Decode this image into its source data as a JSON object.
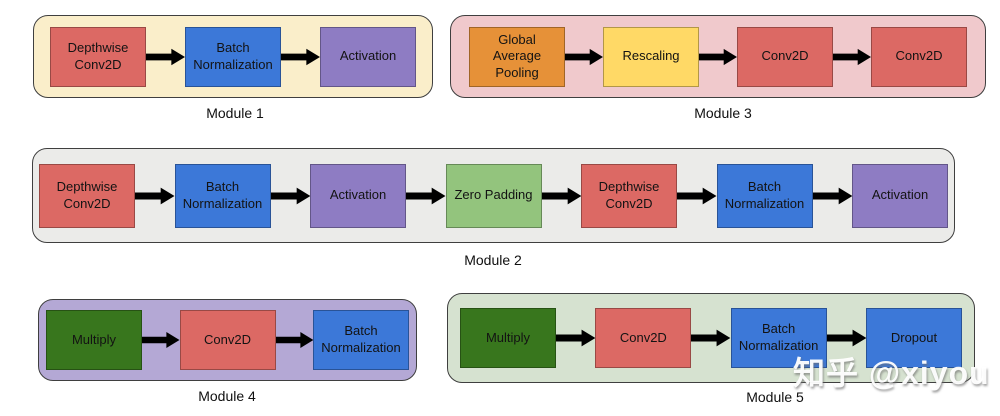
{
  "colors": {
    "red": "#DC6964",
    "blue": "#3C78D8",
    "purple": "#8E7CC3",
    "green": "#93C47D",
    "dark_green": "#38761D",
    "orange": "#E69138",
    "yellow": "#FFD966",
    "arrow": "#000000"
  },
  "modules": [
    {
      "label": "Module 1",
      "bg": "#FAEECA",
      "blocks": [
        {
          "text": "Depthwise\nConv2D",
          "color": "red"
        },
        {
          "text": "Batch\nNormalization",
          "color": "blue"
        },
        {
          "text": "Activation",
          "color": "purple"
        }
      ]
    },
    {
      "label": "Module 2",
      "bg": "#EBEBE9",
      "blocks": [
        {
          "text": "Depthwise\nConv2D",
          "color": "red"
        },
        {
          "text": "Batch\nNormalization",
          "color": "blue"
        },
        {
          "text": "Activation",
          "color": "purple"
        },
        {
          "text": "Zero Padding",
          "color": "green"
        },
        {
          "text": "Depthwise\nConv2D",
          "color": "red"
        },
        {
          "text": "Batch\nNormalization",
          "color": "blue"
        },
        {
          "text": "Activation",
          "color": "purple"
        }
      ]
    },
    {
      "label": "Module 3",
      "bg": "#F0C9CC",
      "blocks": [
        {
          "text": "Global\nAverage\nPooling",
          "color": "orange"
        },
        {
          "text": "Rescaling",
          "color": "yellow"
        },
        {
          "text": "Conv2D",
          "color": "red"
        },
        {
          "text": "Conv2D",
          "color": "red"
        }
      ]
    },
    {
      "label": "Module 4",
      "bg": "#B4A8D5",
      "blocks": [
        {
          "text": "Multiply",
          "color": "dark_green"
        },
        {
          "text": "Conv2D",
          "color": "red"
        },
        {
          "text": "Batch\nNormalization",
          "color": "blue"
        }
      ]
    },
    {
      "label": "Module 5",
      "bg": "#D6E2D0",
      "blocks": [
        {
          "text": "Multiply",
          "color": "dark_green"
        },
        {
          "text": "Conv2D",
          "color": "red"
        },
        {
          "text": "Batch\nNormalization",
          "color": "blue"
        },
        {
          "text": "Dropout",
          "color": "blue"
        }
      ]
    }
  ],
  "watermark": {
    "text": "知乎 @xiyou"
  }
}
